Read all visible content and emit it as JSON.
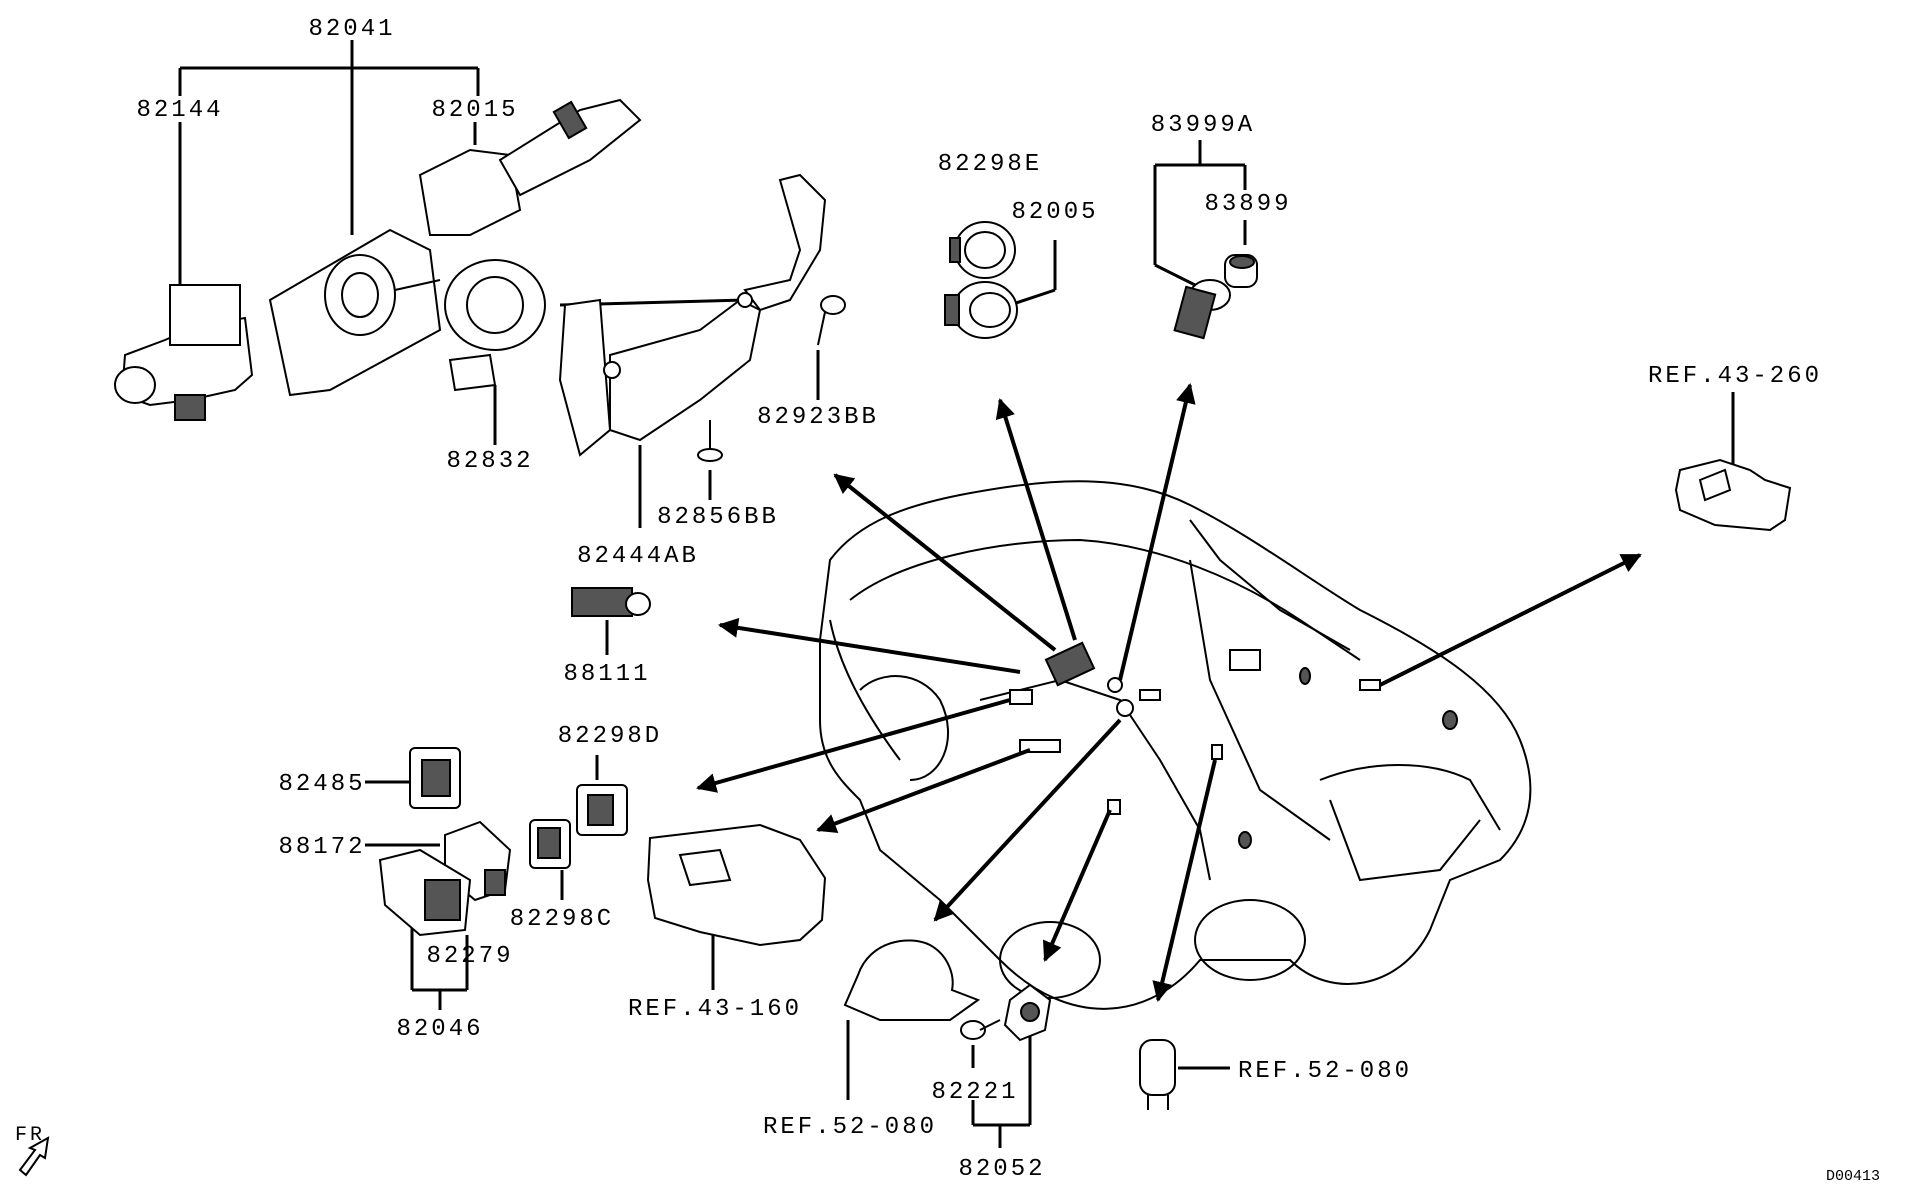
{
  "labels": {
    "p82041": "82041",
    "p82144": "82144",
    "p82015": "82015",
    "p82832": "82832",
    "p82923BB": "82923BB",
    "p82856BB": "82856BB",
    "p82444AB": "82444AB",
    "p82298E": "82298E",
    "p82005": "82005",
    "p83999A": "83999A",
    "p83899": "83899",
    "ref43_260": "REF.43-260",
    "p88111": "88111",
    "p82298D": "82298D",
    "p82485": "82485",
    "p88172": "88172",
    "p82298C": "82298C",
    "p82279": "82279",
    "p82046": "82046",
    "ref43_160": "REF.43-160",
    "ref52_080_a": "REF.52-080",
    "p82221": "82221",
    "p82052": "82052",
    "ref52_080_b": "REF.52-080",
    "fr": "FR",
    "drawing_no": "D00413"
  }
}
